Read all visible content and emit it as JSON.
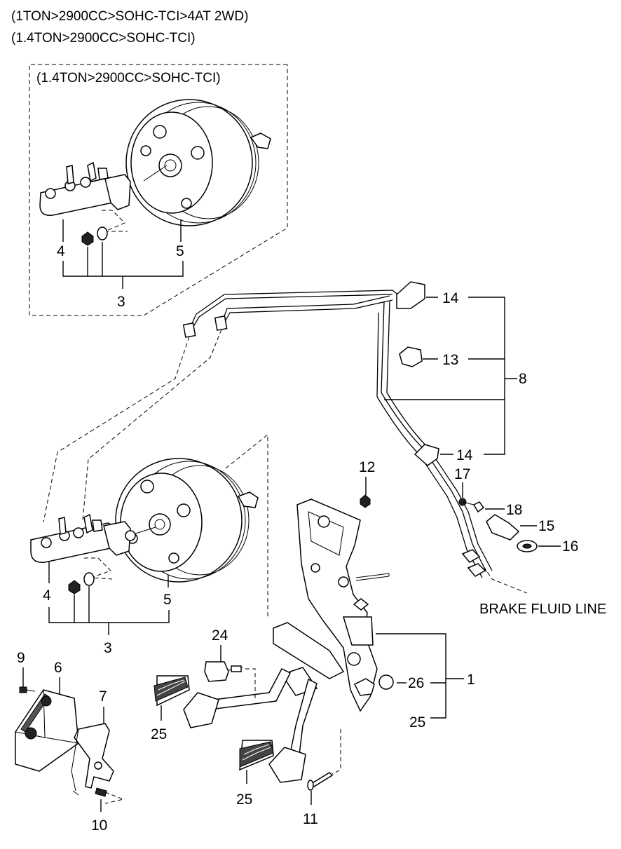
{
  "header": {
    "line1": "(1TON>2900CC>SOHC-TCI>4AT 2WD)",
    "line2": "(1.4TON>2900CC>SOHC-TCI)"
  },
  "inset": {
    "title": "(1.4TON>2900CC>SOHC-TCI)",
    "labels": {
      "master_cylinder": "4",
      "booster": "5",
      "assembly": "3"
    }
  },
  "main_booster": {
    "labels": {
      "master_cylinder": "4",
      "booster": "5",
      "assembly": "3"
    }
  },
  "brake_line": {
    "labels": {
      "clip_upper": "14",
      "clip_mid": "13",
      "clip_lower": "14",
      "group": "8"
    },
    "outlet_text": "BRAKE FLUID LINE"
  },
  "fittings": {
    "labels": {
      "bolt": "17",
      "washer": "18",
      "bracket": "15",
      "grommet": "16"
    }
  },
  "pedal_assembly": {
    "labels": {
      "nut": "12",
      "assembly": "1",
      "switch": "24",
      "stopper": "26",
      "pad_callout": "25",
      "pad_left": "25",
      "pad_bottom": "25",
      "bolt": "11"
    }
  },
  "accelerator": {
    "labels": {
      "screw_top": "9",
      "pedal": "6",
      "bracket": "7",
      "screw_bottom": "10"
    }
  }
}
